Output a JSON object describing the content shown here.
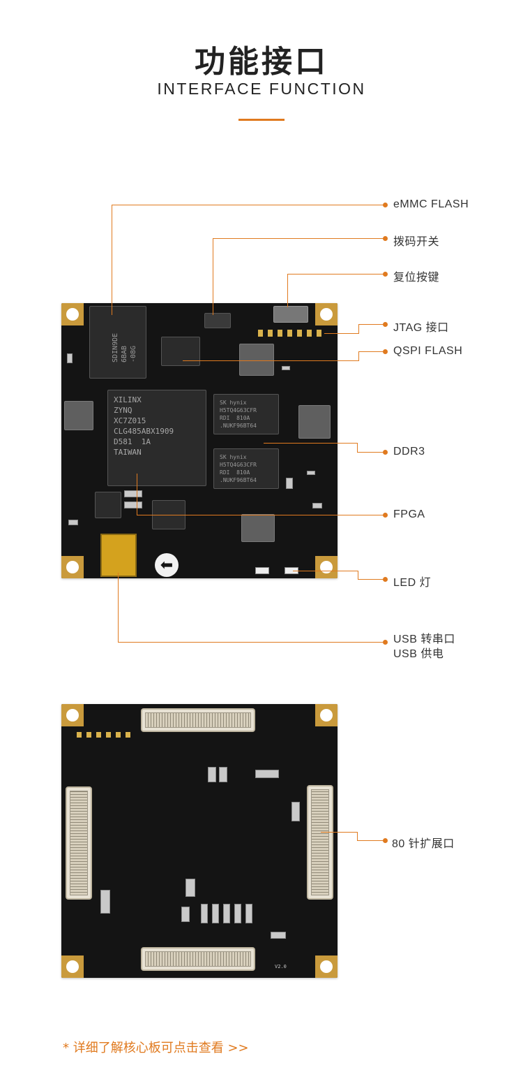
{
  "header": {
    "title_cn": "功能接口",
    "title_en": "INTERFACE FUNCTION"
  },
  "top_board": {
    "fpga_text": "XILINX\nZYNQ\nXC7Z015\nCLG485ABX1909\nD581  1A\nTAIWAN",
    "ddr_text_1": "SK hynix\nH5TQ4G63CFR\nRDI  810A\n.NUKF96BT64",
    "ddr_text_2": "SK hynix\nH5TQ4G63CFR\nRDI  810A\n.NUKF96BT64",
    "emmc_text": "SDIN9DE\n6BAB\n-08G",
    "callouts": [
      {
        "label": "eMMC FLASH"
      },
      {
        "label": "拨码开关"
      },
      {
        "label": "复位按键"
      },
      {
        "label": "JTAG 接口"
      },
      {
        "label": "QSPI FLASH"
      },
      {
        "label": "DDR3"
      },
      {
        "label": "FPGA"
      },
      {
        "label": "LED 灯"
      },
      {
        "label": "USB 转串口"
      },
      {
        "label": "USB 供电"
      }
    ]
  },
  "bottom_board": {
    "callouts": [
      {
        "label": "80 针扩展口"
      }
    ],
    "silk_version": "V2.0"
  },
  "footer": {
    "text": "* 详细了解核心板可点击查看 >>"
  },
  "colors": {
    "accent": "#e07a1f",
    "pcb": "#141414",
    "gold_pad": "#c99a3c"
  }
}
